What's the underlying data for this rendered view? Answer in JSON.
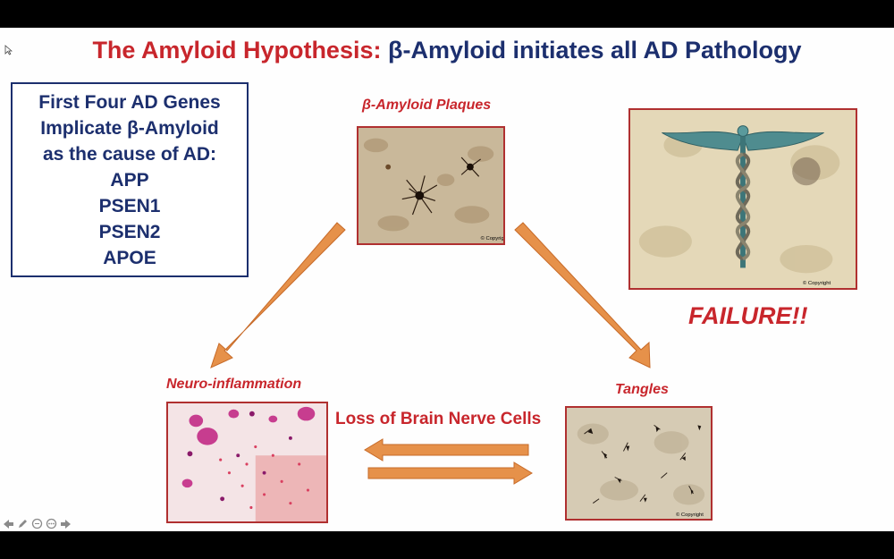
{
  "slide": {
    "title_red": "The Amyloid Hypothesis:",
    "title_blue": "β-Amyloid initiates all AD Pathology",
    "genes_box": {
      "lines": [
        "First Four AD Genes",
        "Implicate β-Amyloid",
        "as the cause of AD:",
        "APP",
        "PSEN1",
        "PSEN2",
        "APOE"
      ]
    },
    "plaques_caption": "β-Amyloid Plaques",
    "neuro_caption": "Neuro-inflammation",
    "tangles_caption": "Tangles",
    "failure_text": "FAILURE!!",
    "loss_label": "Loss of Brain Nerve Cells"
  },
  "colors": {
    "title_red": "#c8262c",
    "title_blue": "#1c2f6e",
    "arrow_orange": "#e6914a",
    "image_border": "#b03030"
  },
  "icons": {
    "cursor": "cursor-icon",
    "nav": [
      "prev-arrow-icon",
      "pen-icon",
      "zoom-icon",
      "more-icon",
      "next-arrow-icon"
    ]
  }
}
